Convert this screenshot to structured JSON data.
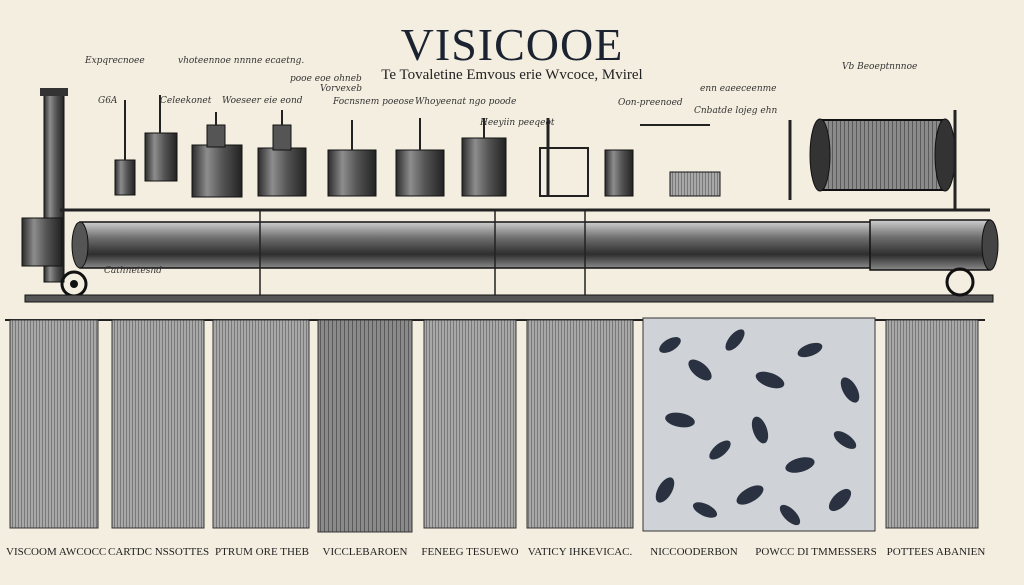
{
  "title": "VISICOOE",
  "subtitle": "Te Tovaletine Emvous erie Wvcoce, Mvirel",
  "annotations": [
    "Expqrecnoee",
    "vhoteennoe nnnne  ecaetng.",
    "G6A",
    "Celeekonet",
    "Woeseer eie eond",
    "pooe eoe ohneb",
    "Vorvexeb",
    "Focnsnem poeose",
    "Whoyeenat ngo poode",
    "Heeyiin peeqeot",
    "Oon-preenoed",
    "Cnbatde lojeg ehn",
    "enn eaeeceenme",
    "Vb  Beoeptnnnoe",
    "Cathnetesnd"
  ],
  "fabrics": [
    {
      "caption": "VISCOOM AWCOCC",
      "pattern": "stripe"
    },
    {
      "caption": "CARTDC NSSOTTES",
      "pattern": "stripe"
    },
    {
      "caption": "PTRUM ORE THEB",
      "pattern": "stripe"
    },
    {
      "caption": "VICCLEBAROEN",
      "pattern": "fold"
    },
    {
      "caption": "FENEEG TESUEWO",
      "pattern": "stripe"
    },
    {
      "caption": "VATICY IHKEVICAC.",
      "pattern": "stripe"
    },
    {
      "caption": "NICCOODERBON",
      "pattern": "floral"
    },
    {
      "caption": "POWCC DI TMMESSERS",
      "pattern": "none"
    },
    {
      "caption": "POTTEES ABANIEN",
      "pattern": "stripe"
    }
  ],
  "colors": {
    "paper": "#f4eee0",
    "ink": "#1f1f1f",
    "metal_dark": "#3a3a3a",
    "metal_mid": "#6e6e6e",
    "fabric_light": "#9a9a9a",
    "floral_bg": "#cfd3d8",
    "leaf": "#2a3140"
  }
}
